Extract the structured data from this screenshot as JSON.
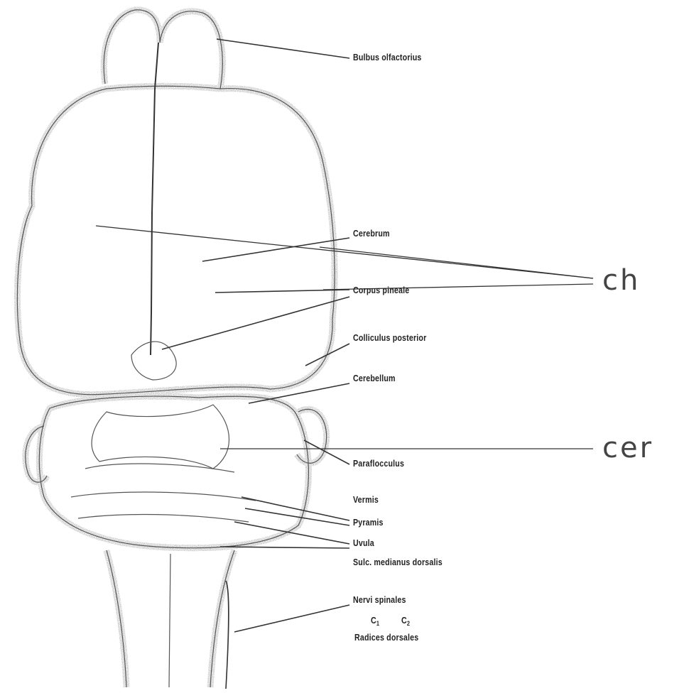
{
  "labels": {
    "bulbus": "Bulbus olfactorius",
    "cerebrum": "Cerebrum",
    "corpus_pineale": "Corpus pineale",
    "colliculus": "Colliculus posterior",
    "cerebellum": "Cerebellum",
    "paraflocculus": "Paraflocculus",
    "vermis": "Vermis",
    "pyramis": "Pyramis",
    "uvula": "Uvula",
    "sulcus": "Sulc. medianus dorsalis",
    "nervi": "Nervi spinales",
    "c1": "C",
    "c1_sub": "1",
    "c2": "C",
    "c2_sub": "2",
    "radices": "Radices dorsales"
  },
  "annotations": {
    "ch": "ch",
    "cer": "cer"
  },
  "colors": {
    "ink": "#222222",
    "stipple": "#8a8a8a",
    "annotation": "#444444"
  }
}
